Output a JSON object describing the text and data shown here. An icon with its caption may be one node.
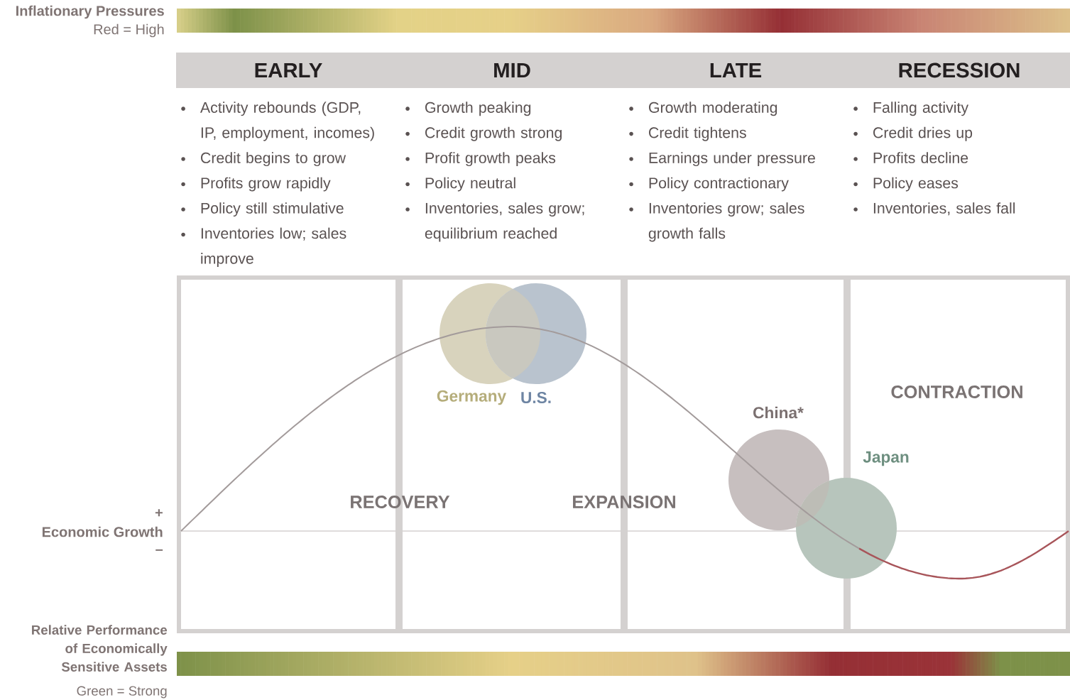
{
  "diagram": {
    "nodes": [
      {
        "text": [
          "EARLY"
        ]
      },
      {
        "text": [
          "MID"
        ]
      },
      {
        "text": [
          "LATE"
        ]
      },
      {
        "text": [
          "RECESSION"
        ]
      },
      {
        "text": [],
        "shape": "circle",
        "beside": [
          "Germany"
        ]
      },
      {
        "text": [],
        "shape": "circle",
        "beside": [
          "U.S."
        ]
      },
      {
        "text": [],
        "shape": "circle",
        "beside": [
          "China*"
        ]
      },
      {
        "text": [],
        "shape": "circle",
        "beside": [
          "Japan"
        ]
      }
    ],
    "labels": [
      "Inflationary Pressures",
      "Red = High",
      "Activity rebounds (GDP, IP, employment, incomes)",
      "Credit begins to grow",
      "Profits grow rapidly",
      "Policy still stimulative",
      "Inventories low; sales improve",
      "Growth peaking",
      "Credit growth strong",
      "Profit growth peaks",
      "Policy neutral",
      "Inventories, sales grow; equilibrium reached",
      "Growth moderating",
      "Credit tightens",
      "Earnings under pressure",
      "Policy contractionary",
      "Inventories grow; sales growth falls",
      "Falling activity",
      "Credit dries up",
      "Profits decline",
      "Policy eases",
      "Inventories, sales fall",
      "CONTRACTION",
      "RECOVERY",
      "EXPANSION",
      "+",
      "Economic Growth",
      "–",
      "Relative Performance of Economically Sensitive Assets",
      "Green = Strong"
    ]
  }
}
